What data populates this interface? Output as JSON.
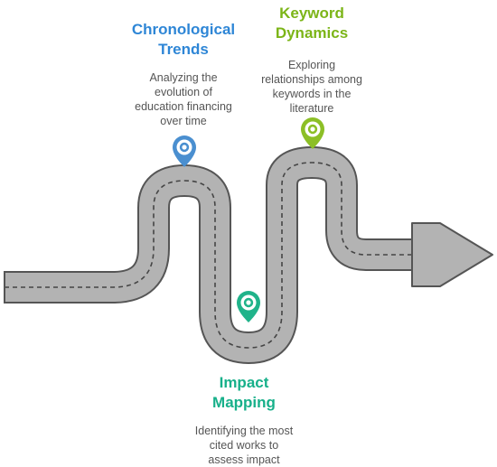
{
  "milestones": [
    {
      "title_lines": [
        "Chronological",
        "Trends"
      ],
      "desc_lines": [
        "Analyzing the",
        "evolution of",
        "education financing",
        "over time"
      ],
      "color": "#2e86d6",
      "pin_color": "#4a8fd0"
    },
    {
      "title_lines": [
        "Keyword",
        "Dynamics"
      ],
      "desc_lines": [
        "Exploring",
        "relationships among",
        "keywords in the",
        "literature"
      ],
      "color": "#7cb518",
      "pin_color": "#8cbf26"
    },
    {
      "title_lines": [
        "Impact",
        "Mapping"
      ],
      "desc_lines": [
        "Identifying the most",
        "cited works to",
        "assess impact"
      ],
      "color": "#17b08a",
      "pin_color": "#20b38a"
    }
  ],
  "road": {
    "fill_color": "#b3b3b3",
    "outline_color": "#555555",
    "dash_color": "#454545"
  }
}
